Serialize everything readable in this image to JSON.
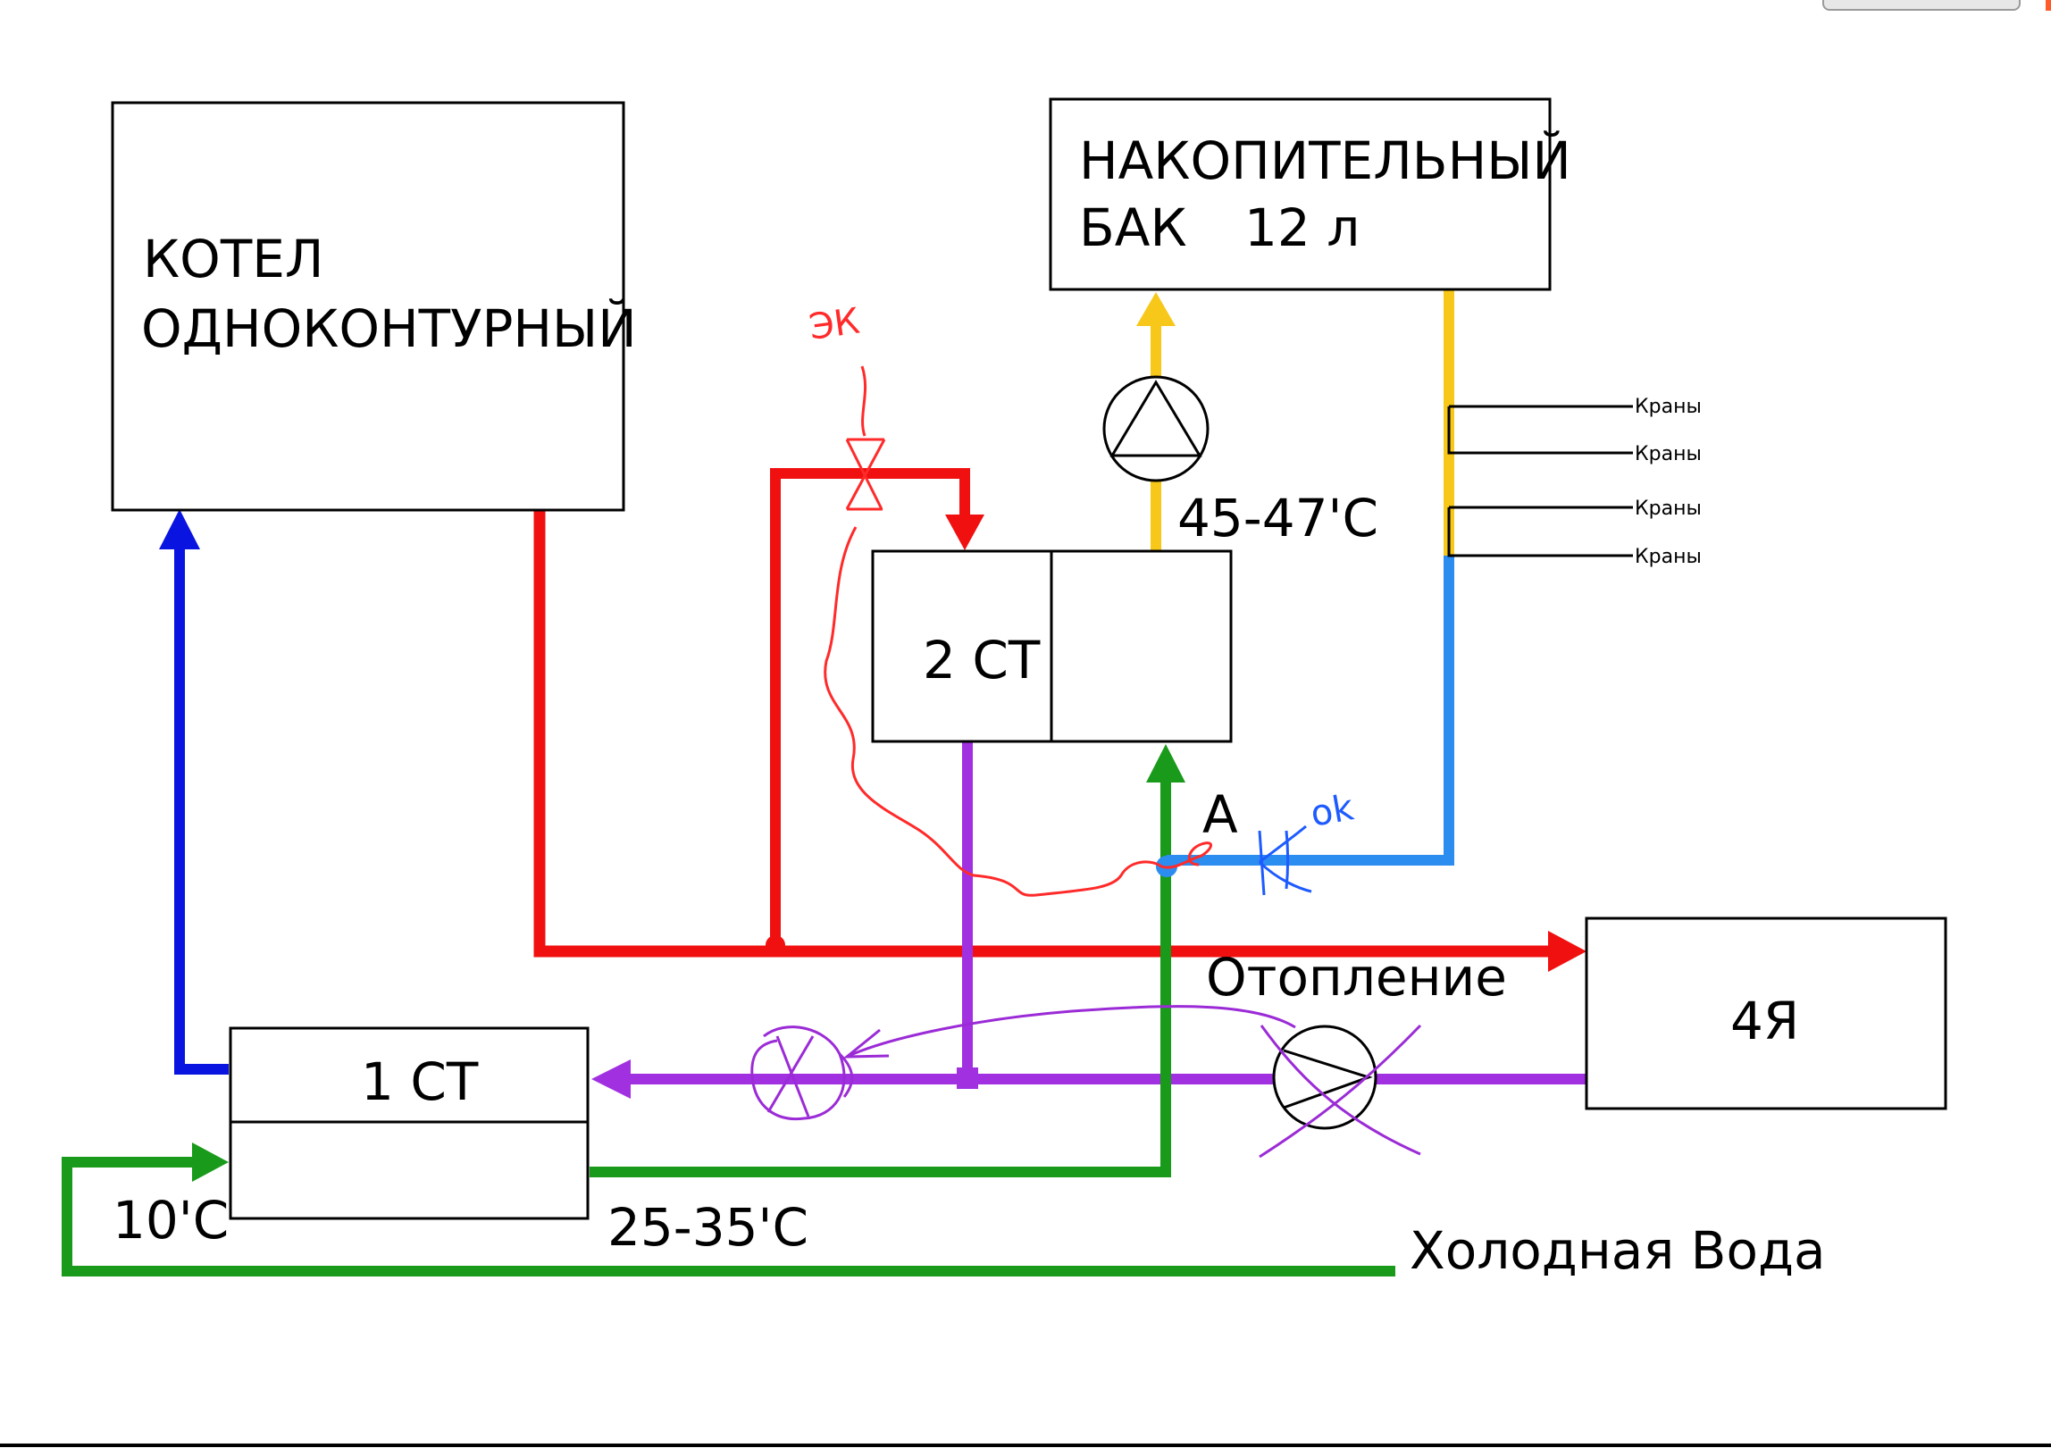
{
  "diagram": {
    "boiler": {
      "line1": "КОТЕЛ",
      "line2": "ОДНОКОНТУРНЫЙ"
    },
    "tank": {
      "line1": "НАКОПИТЕЛЬНЫЙ",
      "line2_a": "БАК",
      "line2_b": "12 л"
    },
    "hx2": {
      "label": "2 СТ"
    },
    "hx1": {
      "label": "1 СТ"
    },
    "unit4": {
      "label": "4Я"
    },
    "labels": {
      "temp_hot": "45-47'С",
      "temp_cold_in": "10'С",
      "temp_mid": "25-35'С",
      "cold_water": "Холодная Вода",
      "heating": "Отопление",
      "point_a": "А"
    },
    "taps": [
      "Краны",
      "Краны",
      "Краны",
      "Краны"
    ],
    "handwritten": {
      "ek": "ЭК",
      "ok": "ok"
    },
    "colors": {
      "hot": "#f01010",
      "cold_return": "#0a14e0",
      "green": "#1a9a1a",
      "purple": "#a030e0",
      "yellow": "#f7c81a",
      "light_blue": "#2c8df0",
      "hand_red": "#ff2a2a",
      "hand_blue": "#1e5bff",
      "hand_purple": "#9b2bd6"
    }
  }
}
